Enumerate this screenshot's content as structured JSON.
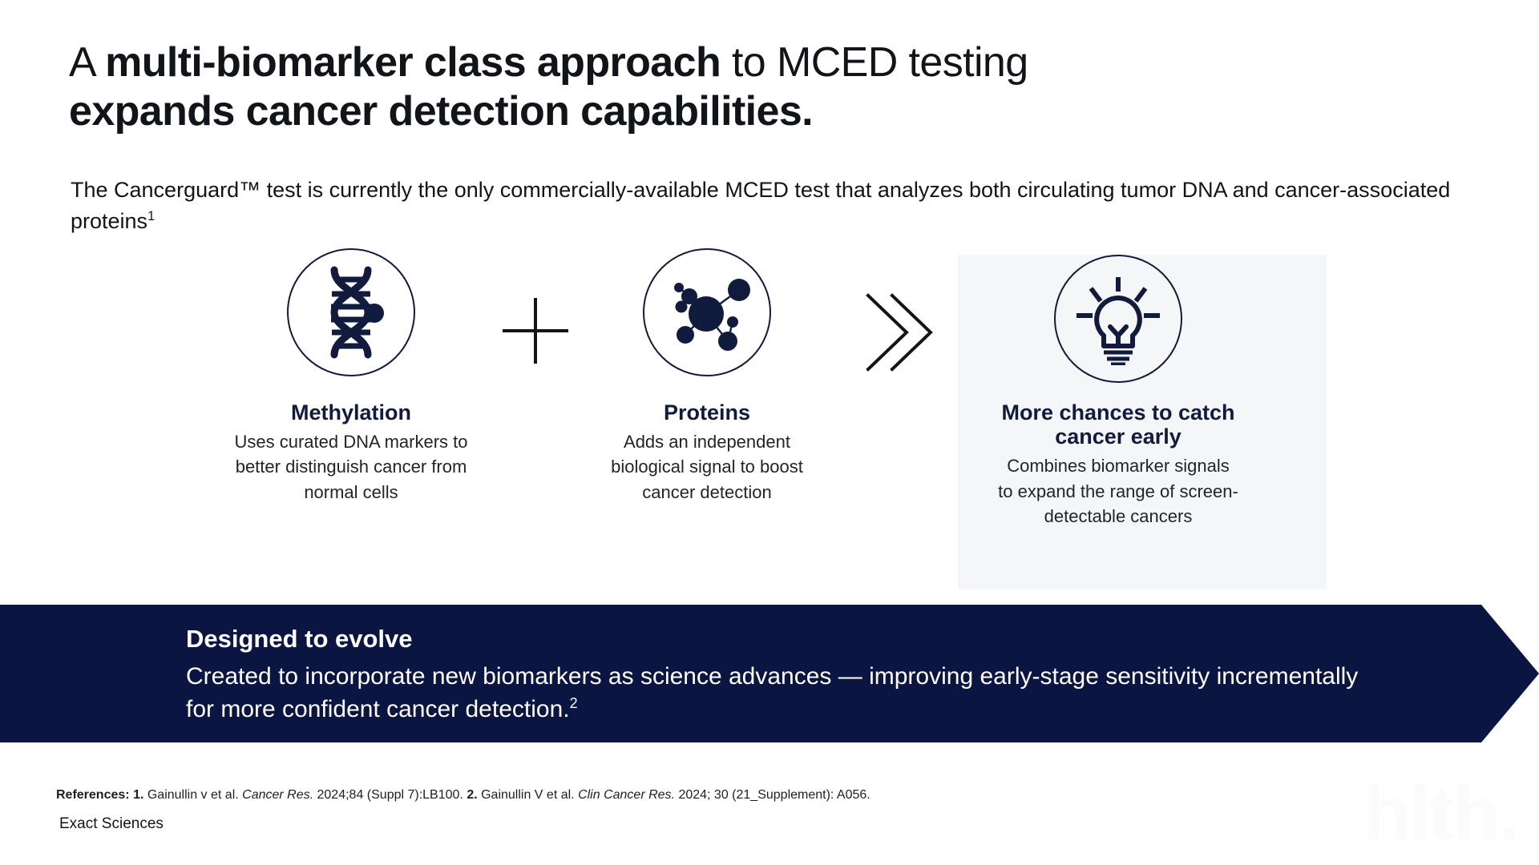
{
  "headline": {
    "line1_plain_a": "A ",
    "line1_bold": "multi-biomarker class approach",
    "line1_plain_b": " to MCED testing",
    "line2": "expands cancer detection capabilities."
  },
  "subtitle": {
    "text": "The Cancerguard™ test is currently the only commercially-available MCED test that analyzes both circulating tumor DNA and cancer-associated proteins",
    "superscript": "1"
  },
  "cards": [
    {
      "id": "methylation",
      "icon": "dna-helix-icon",
      "title": "Methylation",
      "description": "Uses curated DNA markers to better distinguish cancer from normal cells"
    },
    {
      "id": "proteins",
      "icon": "protein-network-icon",
      "title": "Proteins",
      "description": "Adds an independent biological signal to boost cancer detection"
    },
    {
      "id": "outcome",
      "icon": "lightbulb-icon",
      "title": "More chances to catch cancer early",
      "description": "Combines biomarker signals to expand the range of screen-detectable cancers"
    }
  ],
  "connectors": {
    "plus": "plus-icon",
    "chevrons": "double-chevron-right-icon"
  },
  "banner": {
    "title": "Designed to evolve",
    "body": "Created to incorporate new biomarkers as science advances — improving early-stage sensitivity incrementally for more confident cancer detection.",
    "superscript": "2"
  },
  "footer": {
    "references_label": "References:",
    "ref1_num": "1.",
    "ref1_authors": " Gainullin v et al. ",
    "ref1_journal": "Cancer Res.",
    "ref1_cite": " 2024;84 (Suppl 7):LB100. ",
    "ref2_num": "2.",
    "ref2_authors": " Gainullin V et al. ",
    "ref2_journal": "Clin Cancer Res.",
    "ref2_cite": " 2024; 30 (21_Supplement): A056.",
    "brand": "Exact Sciences",
    "watermark": "hlth."
  },
  "colors": {
    "navy": "#0b1541",
    "icon_navy": "#101b3d",
    "panel_gray": "#f5f6f7",
    "text_dark": "#111418",
    "watermark": "#fbfbfb"
  }
}
